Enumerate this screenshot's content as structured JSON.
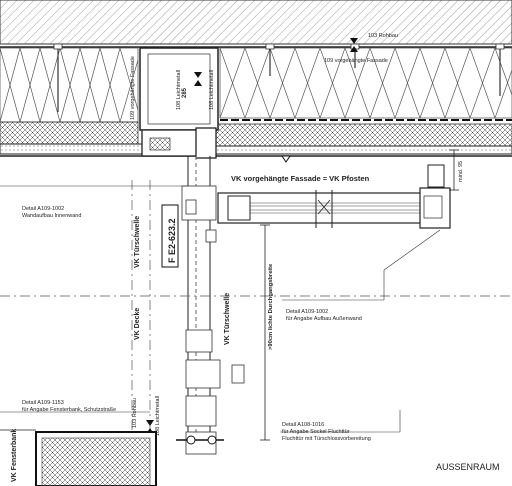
{
  "title": "AUSSENRAUM",
  "labels": {
    "rohbau_top": "103 Rohbau",
    "vorgehaengte_top": "109 vorgehängte Fassade",
    "leichtmetall_1": "108 Leichtmetall",
    "vorgehaengte_2": "109 vorgehängte Fassade",
    "dim_285": "285",
    "leichtmetall_2": "108 Leichtmetall",
    "vk_fassade": "VK vorgehängte Fassade = VK Pfosten",
    "mind_95": "mind. 95",
    "detail_1_a": "Detail A109-1002",
    "detail_1_b": "Wandaufbau Innenwand",
    "vk_tuerschwelle_1": "VK Türschwelle",
    "f_e2": "F  E2-623.2",
    "durchgang": ">90cm lichte Durchgangsbreite",
    "vk_decke": "VK Decke",
    "vk_tuerschwelle_2": "VK Türschwelle",
    "detail_2_a": "Detail A109-1002",
    "detail_2_b": "für Angabe Aufbau Außenwand",
    "detail_3_a": "Detail A109-1153",
    "detail_3_b": "für Angabe Fensterbank, Schutzstraße",
    "rohbau_bottom": "103 Rohbau",
    "leichtmetall_3": "108 Leichtmetall",
    "detail_4_a": "Detail A108-1016",
    "detail_4_b": "für Angabe Sockel Fluchttür",
    "detail_4_c": "Fluchttür mit Türschlossvorbereitung",
    "vk_fensterbank": "VK Fensterbank"
  }
}
